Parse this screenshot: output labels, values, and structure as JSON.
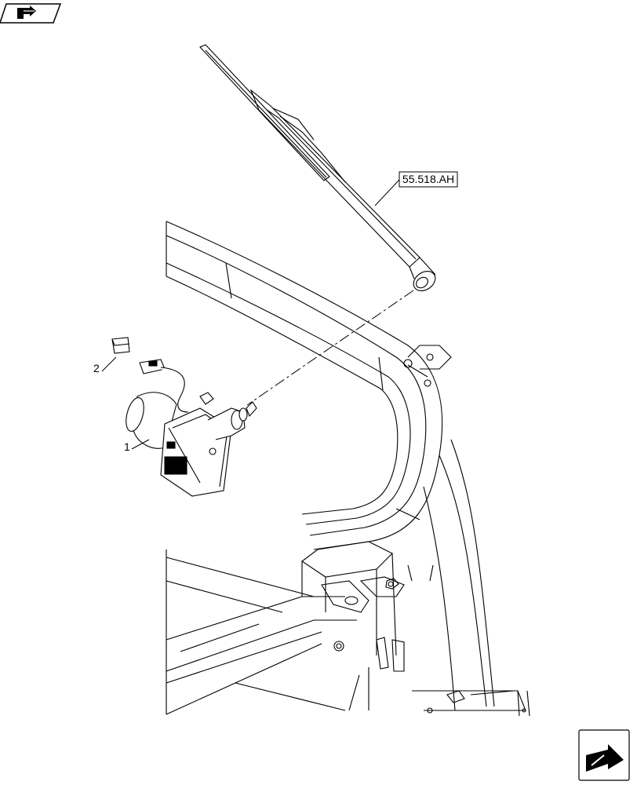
{
  "diagram": {
    "reference_label": "55.518.AH",
    "callouts": [
      {
        "id": "1",
        "text": "1"
      },
      {
        "id": "2",
        "text": "2"
      }
    ]
  },
  "icons": {
    "top_left": "section-nav-icon",
    "bottom_right": "next-page-icon"
  }
}
